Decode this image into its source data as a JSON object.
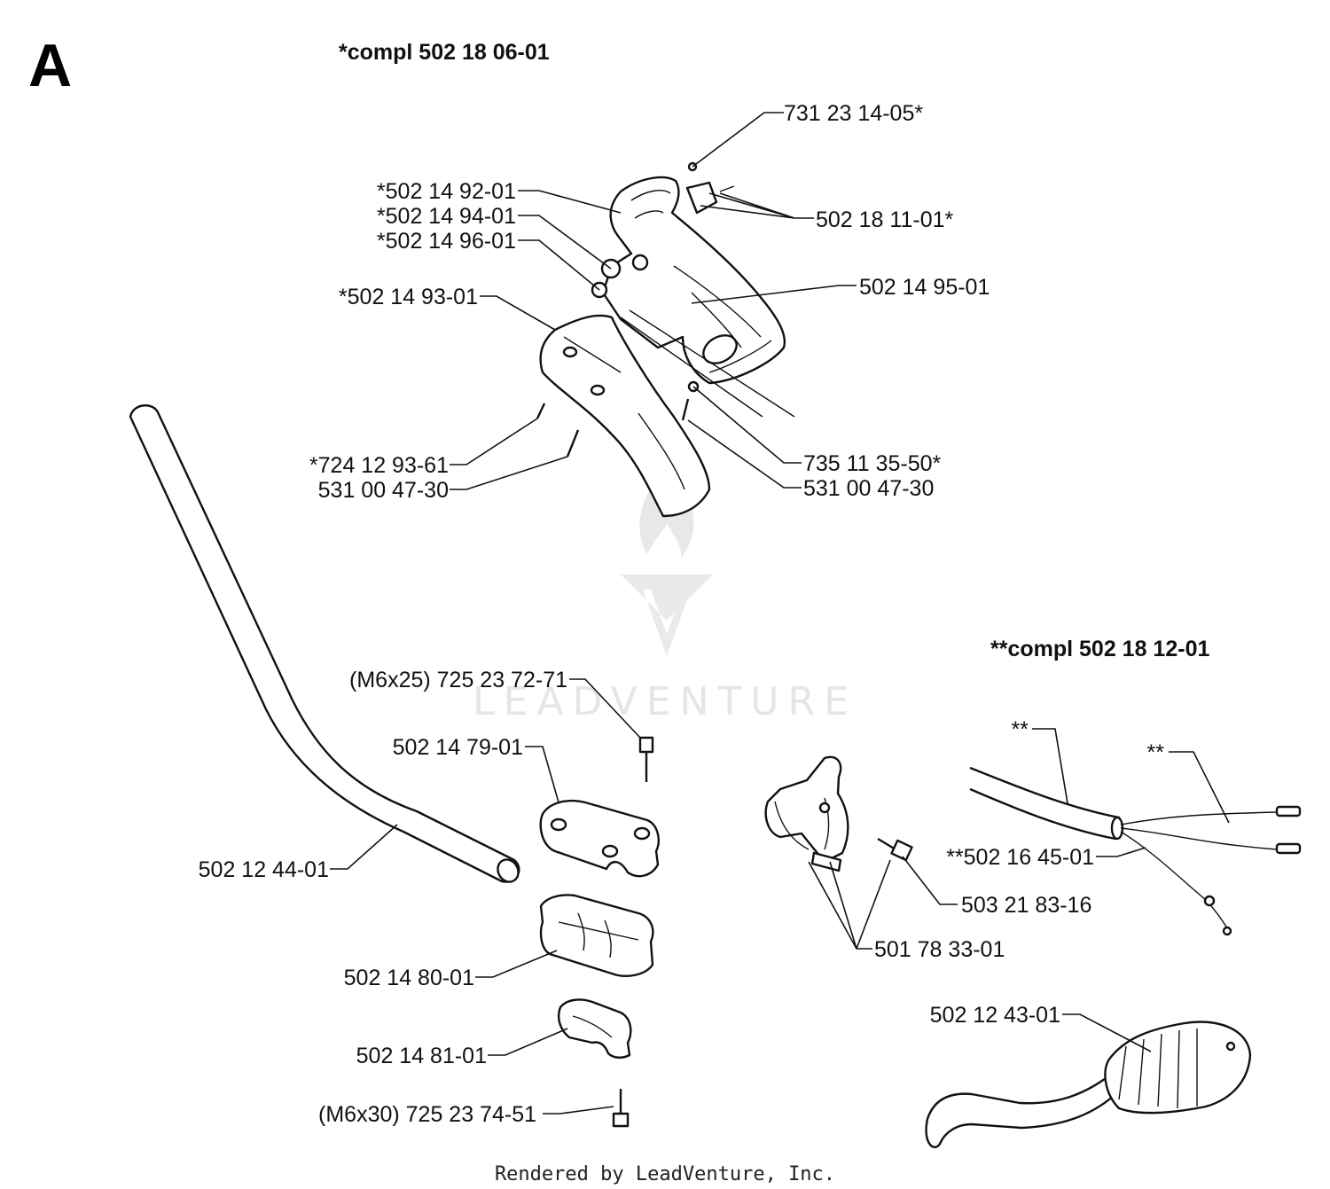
{
  "section_letter": "A",
  "assembly_labels": {
    "handle_kit": "*compl 502 18 06-01",
    "switch_kit": "**compl 502 18 12-01"
  },
  "part_labels": {
    "p_731_23_14_05": "731 23 14-05*",
    "p_502_14_92_01": "*502 14 92-01",
    "p_502_14_94_01": "*502 14 94-01",
    "p_502_14_96_01": "*502 14 96-01",
    "p_502_18_11_01": "502 18 11-01*",
    "p_502_14_93_01": "*502 14 93-01",
    "p_502_14_95_01": "502 14 95-01",
    "p_724_12_93_61": "*724 12 93-61",
    "p_531_00_47_30_left": "531 00 47-30",
    "p_735_11_35_50": "735 11 35-50*",
    "p_531_00_47_30_right": "531 00 47-30",
    "p_725_23_72_71": "(M6x25) 725 23 72-71",
    "p_502_14_79_01": "502 14 79-01",
    "p_502_12_44_01": "502 12 44-01",
    "p_502_14_80_01": "502 14 80-01",
    "p_502_14_81_01": "502 14 81-01",
    "p_725_23_74_51": "(M6x30) 725 23 74-51",
    "p_wire_a": "**",
    "p_wire_b": "**",
    "p_502_16_45_01": "**502 16 45-01",
    "p_503_21_83_16": "503 21 83-16",
    "p_501_78_33_01": "501 78 33-01",
    "p_502_12_43_01": "502 12 43-01"
  },
  "watermark": "LEADVENTURE",
  "footer": "Rendered by LeadVenture, Inc."
}
